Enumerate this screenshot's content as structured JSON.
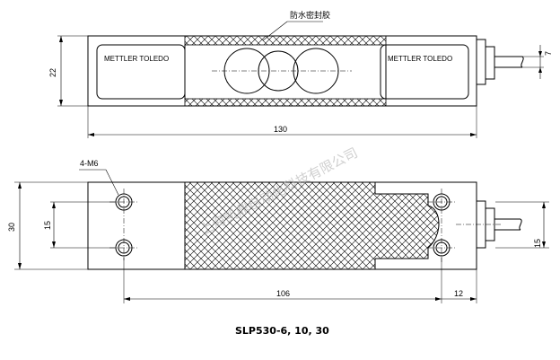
{
  "labels": {
    "seal": "防水密封胶",
    "brand_left": "METTLER TOLEDO",
    "brand_right": "METTLER TOLEDO",
    "thread": "4-M6",
    "caption": "SLP530-6, 10, 30",
    "watermark": "上海凯鼎自动化科技有限公司"
  },
  "dimensions": {
    "height_side": "22",
    "length_total": "130",
    "cable_dia": "7",
    "height_top": "30",
    "hole_spacing_left": "15",
    "hole_spacing_right": "15",
    "hole_distance": "106",
    "end_offset": "12"
  },
  "colors": {
    "line": "#000000",
    "watermark": "#b8b8b8",
    "background": "#ffffff"
  }
}
